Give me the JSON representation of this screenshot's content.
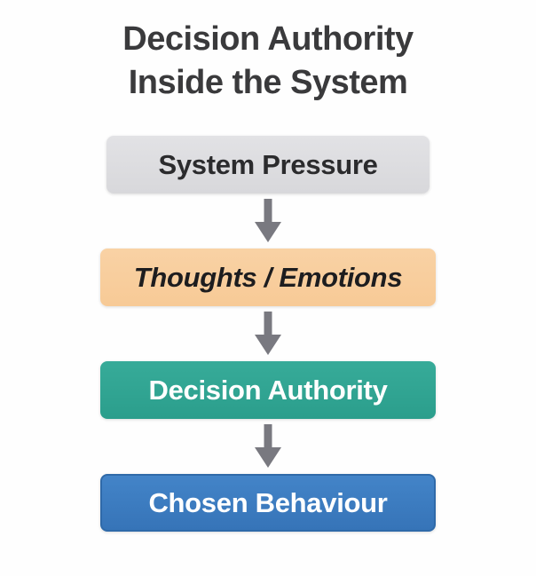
{
  "title": {
    "line1": "Decision Authority",
    "line2": "Inside the System",
    "text_color": "#3a3a3c"
  },
  "flow": {
    "boxes": [
      {
        "label": "System Pressure",
        "bg": "#dcdcdf",
        "text_color": "#2b2b2d",
        "text_style": "normal"
      },
      {
        "label": "Thoughts / Emotions",
        "bg": "#f8cd9c",
        "text_color": "#1d1d1f",
        "text_style": "italic"
      },
      {
        "label": "Decision Authority",
        "bg": "#2fa493",
        "text_color": "#ffffff",
        "text_style": "normal"
      },
      {
        "label": "Chosen Behaviour",
        "bg": "#3c7dc1",
        "text_color": "#ffffff",
        "text_style": "normal"
      }
    ],
    "arrow_color": "#797980",
    "background_color": "#fefefe"
  }
}
